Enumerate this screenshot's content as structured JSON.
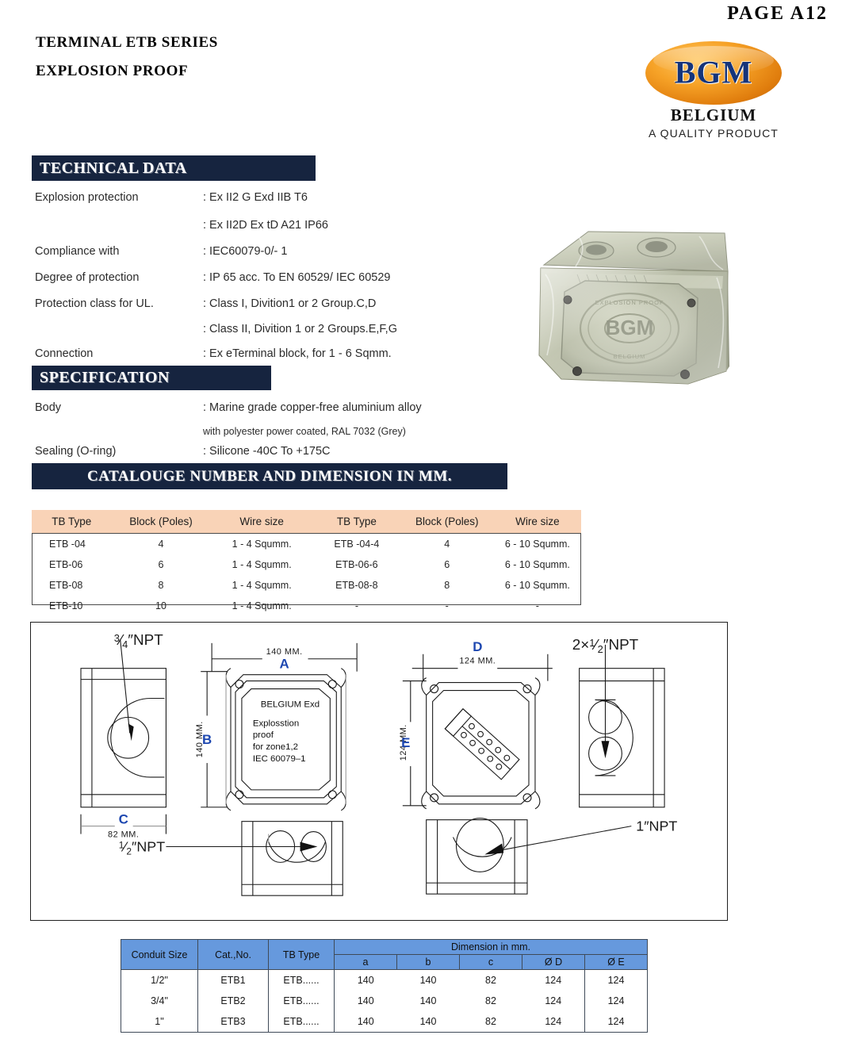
{
  "header": {
    "page_label": "PAGE  A12",
    "title_line1": "TERMINAL ETB  SERIES",
    "title_line2": "EXPLOSION PROOF"
  },
  "logo": {
    "mark": "BGM",
    "country": "BELGIUM",
    "tagline": "A QUALITY PRODUCT",
    "ellipse_color": "#e8870f",
    "text_color": "#15347a"
  },
  "sections": {
    "technical_bar": "TECHNICAL DATA",
    "specification_bar": "SPECIFICATION",
    "catalogue_bar": "CATALOUGE NUMBER AND DIMENSION IN MM.",
    "bar_color": "#16243f"
  },
  "technical_data": [
    {
      "label": "Explosion protection",
      "value": ": Ex II2 G Exd IIB T6"
    },
    {
      "label": "",
      "value": ": Ex II2D Ex tD A21 IP66"
    },
    {
      "label": "Compliance with",
      "value": ": IEC60079-0/- 1"
    },
    {
      "label": "Degree of protection",
      "value": ": IP 65 acc. To EN 60529/ IEC 60529"
    },
    {
      "label": "Protection class for UL.",
      "value": ":  Class I, Divition1 or 2 Group.C,D"
    },
    {
      "label": "",
      "value": ": Class II, Divition 1 or 2 Groups.E,F,G"
    },
    {
      "label": "Connection",
      "value": ": Ex eTerminal block, for 1 - 6 Sqmm."
    }
  ],
  "specification": [
    {
      "label": "Body",
      "value": ": Marine grade copper-free aluminium alloy",
      "small": false
    },
    {
      "label": "",
      "value": "with polyester power coated, RAL 7032 (Grey)",
      "small": true
    },
    {
      "label": "Sealing (O-ring)",
      "value": ": Silicone -40C To +175C",
      "small": false
    }
  ],
  "tb_table": {
    "header_color": "#f9d3b7",
    "columns": [
      "TB Type",
      "Block (Poles)",
      "Wire size",
      "TB Type",
      "Block (Poles)",
      "Wire size"
    ],
    "rows": [
      [
        "ETB -04",
        "4",
        "1 - 4 Squmm.",
        "ETB -04-4",
        "4",
        "6 - 10 Squmm."
      ],
      [
        "ETB-06",
        "6",
        "1 - 4 Squmm.",
        "ETB-06-6",
        "6",
        "6 - 10 Squmm."
      ],
      [
        "ETB-08",
        "8",
        "1 - 4 Squmm.",
        "ETB-08-8",
        "8",
        "6 - 10 Squmm."
      ],
      [
        "ETB-10",
        "10",
        "1 - 4 Squmm.",
        "-",
        "-",
        "-"
      ]
    ]
  },
  "drawing": {
    "callout_npt_34": "3/4\"NPT",
    "callout_npt_2x12": "2x1/2\"NPT",
    "callout_npt_12": "1/2\"NPT",
    "callout_npt_1": "1\"NPT",
    "dim_a_badge": "A",
    "dim_a_text": "140  MM.",
    "dim_b_badge": "B",
    "dim_b_text": "140  MM.",
    "dim_c_badge": "C",
    "dim_c_text": "82  MM.",
    "dim_d_badge": "D",
    "dim_d_text": "124  MM.",
    "dim_e_badge": "E",
    "dim_e_text": "124  MM.",
    "nameplate": {
      "line1": "BELGIUM Exd",
      "line2": "Explosstion",
      "line3": "proof",
      "line4": "for zone1,2",
      "line5": "IEC 60079-1"
    }
  },
  "dimension_table": {
    "header_color": "#6699dd",
    "col_conduit": "Conduit Size",
    "col_cat": "Cat.,No.",
    "col_tb": "TB Type",
    "col_dimension_group": "Dimension in mm.",
    "sub_columns": [
      "a",
      "b",
      "c",
      "Ø D",
      "Ø E"
    ],
    "rows": [
      {
        "conduit": "1/2\"",
        "cat": "ETB1",
        "tb": "ETB......",
        "a": "140",
        "b": "140",
        "c": "82",
        "d": "124",
        "e": "124"
      },
      {
        "conduit": "3/4\"",
        "cat": "ETB2",
        "tb": "ETB......",
        "a": "140",
        "b": "140",
        "c": "82",
        "d": "124",
        "e": "124"
      },
      {
        "conduit": "1\"",
        "cat": "ETB3",
        "tb": "ETB......",
        "a": "140",
        "b": "140",
        "c": "82",
        "d": "124",
        "e": "124"
      }
    ]
  }
}
